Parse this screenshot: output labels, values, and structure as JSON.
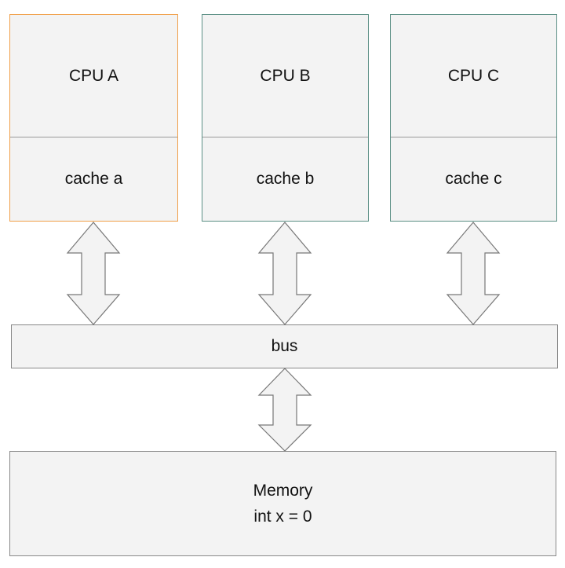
{
  "cpus": [
    {
      "name": "CPU A",
      "cache": "cache a",
      "border": "#f0a04a"
    },
    {
      "name": "CPU B",
      "cache": "cache b",
      "border": "#5b8f85"
    },
    {
      "name": "CPU C",
      "cache": "cache c",
      "border": "#5b8f85"
    }
  ],
  "bus": {
    "label": "bus"
  },
  "memory": {
    "title": "Memory",
    "value": "int x = 0"
  },
  "colors": {
    "box_fill": "#f3f3f3",
    "box_border": "#888888",
    "divider": "#999999",
    "arrow_stroke": "#777777"
  }
}
